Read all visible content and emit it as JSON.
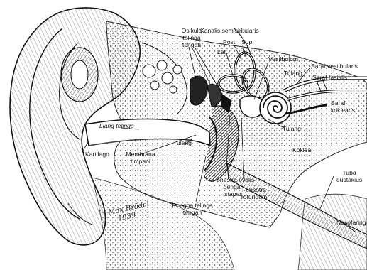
{
  "labels": {
    "osikula": "Osikula\ntelinga\ntengah",
    "kanalis": "Kanalis semisirkularis",
    "post": "Post.",
    "sup": "Sup.",
    "lat": "Lat.",
    "vestibulum": "Vestibulum",
    "saraf_vestibularis": "Saraf vestibularis",
    "saraf_fasialis": "Saraf fasialis",
    "tulang_inner": "Tulang",
    "saraf_koklearis": "Saraf\nkoklearis",
    "tulang_cochlea": "Tulang",
    "koklea": "Koklea",
    "liang_telinga": "Liang telinga",
    "tulang_ear": "Tulang",
    "kartilago": "Kartilago",
    "membrana_timpani": "Membrana\ntimpani",
    "fenestra_ovalis": "Fenestra ovalis\ndengan\nstapes",
    "fenestra_rotundum": "Fenestra\nrotundum",
    "rongga_telinga_tengah": "Rongga telinga\ntengah",
    "tuba_eustakius": "Tuba\neustakius",
    "nasofaring": "Nasofaring"
  },
  "signature": {
    "name": "Max Brödel",
    "year": "1939"
  },
  "colors": {
    "ink": "#111111",
    "paper": "#ffffff",
    "shade": "#555555"
  }
}
